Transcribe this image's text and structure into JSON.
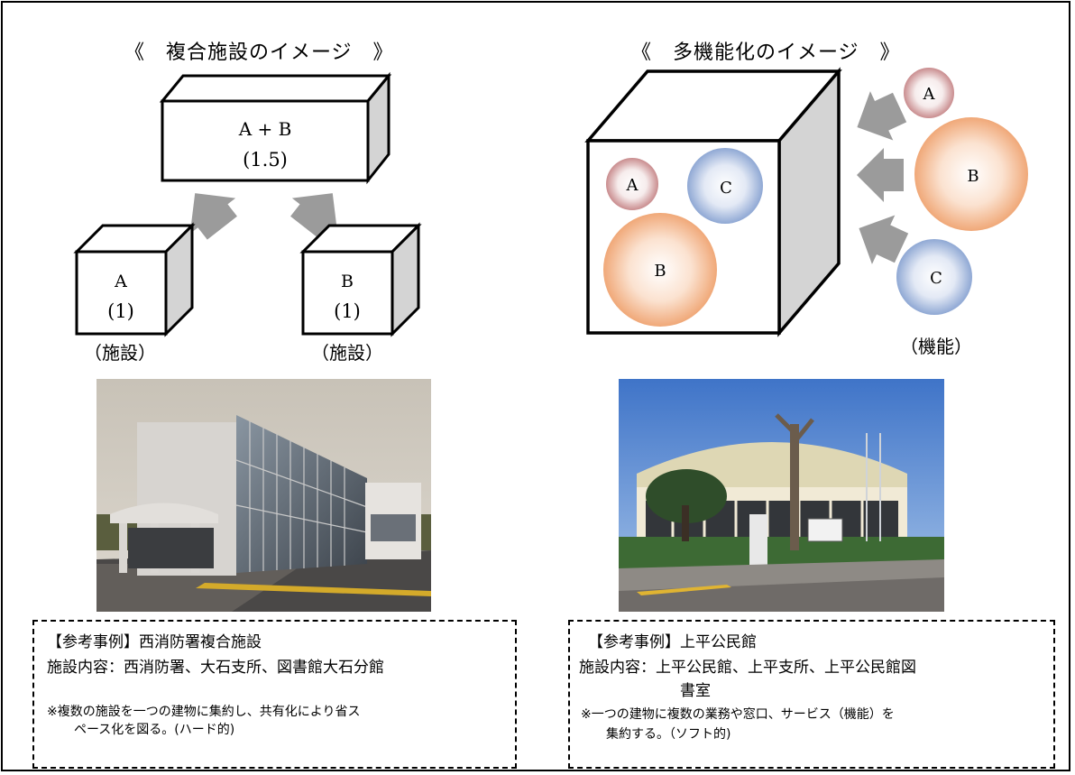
{
  "left": {
    "title": "《　複合施設のイメージ　》",
    "box_ab": {
      "line1": "A + B",
      "line2": "(1.5)"
    },
    "box_a": {
      "line1": "A",
      "line2": "(1)"
    },
    "box_b": {
      "line1": "B",
      "line2": "(1)"
    },
    "caption_a": "（施設）",
    "caption_b": "（施設）",
    "note": {
      "heading": "【参考事例】西消防署複合施設",
      "content": "施設内容：西消防署、大石支所、図書館大石分館",
      "remark_line1": "※複数の施設を一つの建物に集約し、共有化により省ス",
      "remark_line2": "ペース化を図る。(ハード的)"
    }
  },
  "right": {
    "title": "《　多機能化のイメージ　》",
    "inner_circles": {
      "a": "A",
      "b": "B",
      "c": "C"
    },
    "outer_circles": {
      "a": "A",
      "b": "B",
      "c": "C"
    },
    "caption": "（機能）",
    "note": {
      "heading": "【参考事例】上平公民館",
      "content_line1": "施設内容：上平公民館、上平支所、上平公民館図",
      "content_line2": "書室",
      "remark_line1": "※一つの建物に複数の業務や窓口、サービス（機能）を",
      "remark_line2": "集約する。（ソフト的)"
    }
  },
  "colors": {
    "circle_a": "#c98c8e",
    "circle_b": "#f0a878",
    "circle_c": "#8fa8d4",
    "arrow": "#9b9b9b",
    "cube_side": "#d4d4d4"
  }
}
